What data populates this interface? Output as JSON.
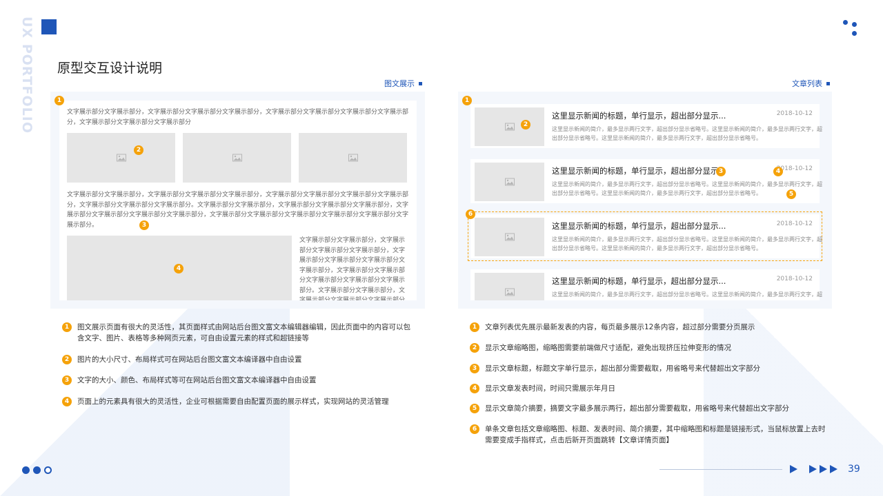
{
  "header": {
    "vertical_title": "UX PORTFOLIO",
    "page_title": "原型交互设计说明"
  },
  "left": {
    "section_label": "图文展示",
    "para1": "文字展示部分文字展示部分，文字展示部分文字展示部分文字展示部分，文字展示部分文字展示部分文字展示部分文字展示部分，文字展示部分文字展示部分文字展示部分",
    "para2": "文字展示部分文字展示部分，文字展示部分文字展示部分文字展示部分，文字展示部分文字展示部分文字展示部分文字展示部分，文字展示部分文字展示部分文字展示部分。文字展示部分文字展示部分，文字展示部分文字展示部分文字展示部分，文字展示部分文字展示部分文字展示部分文字展示部分，文字展示部分文字展示部分文字展示部分文字展示部分文字展示部分文字展示部分。",
    "para3": "文字展示部分文字展示部分，文字展示部分文字展示部分文字展示部分，文字展示部分文字展示部分文字展示部分文字展示部分，文字展示部分文字展示部分文字展示部分文字展示部分文字展示部分。文字展示部分文字展示部分，文字展示部分文字展示部分文字展示部分"
  },
  "right": {
    "section_label": "文章列表",
    "articles": [
      {
        "title": "这里显示新闻的标题，单行显示，超出部分显示...",
        "date": "2018-10-12",
        "summary": "这里显示新闻的简介，最多显示两行文字，超出部分显示省略号。这里显示新闻的简介，最多显示两行文字，超出部分显示省略号。这里显示新闻的简介，最多显示两行文字，超出部分显示省略号。"
      },
      {
        "title": "这里显示新闻的标题，单行显示，超出部分显示...",
        "date": "2018-10-12",
        "summary": "这里显示新闻的简介，最多显示两行文字，超出部分显示省略号。这里显示新闻的简介，最多显示两行文字，超出部分显示省略号。这里显示新闻的简介，最多显示两行文字，超出部分显示省略号。"
      },
      {
        "title": "这里显示新闻的标题，单行显示，超出部分显示...",
        "date": "2018-10-12",
        "summary": "这里显示新闻的简介，最多显示两行文字，超出部分显示省略号。这里显示新闻的简介，最多显示两行文字，超出部分显示省略号。这里显示新闻的简介，最多显示两行文字，超出部分显示省略号。"
      },
      {
        "title": "这里显示新闻的标题，单行显示，超出部分显示...",
        "date": "2018-10-12",
        "summary": "这里显示新闻的简介，最多显示两行文字，超出部分显示省略号。这里显示新闻的简介，最多显示两行文字，超出部分显示省略号。"
      }
    ]
  },
  "badges": [
    "1",
    "2",
    "3",
    "4",
    "5",
    "6"
  ],
  "notes_left": [
    {
      "num": "1",
      "text": "图文展示页面有很大的灵活性，其页面样式由网站后台图文富文本编辑器编辑，因此页面中的内容可以包含文字、图片、表格等多种网页元素，可自由设置元素的样式和超链接等"
    },
    {
      "num": "2",
      "text": "图片的大小尺寸、布局样式可在网站后台图文富文本编译器中自由设置"
    },
    {
      "num": "3",
      "text": "文字的大小、颜色、布局样式等可在网站后台图文富文本编译器中自由设置"
    },
    {
      "num": "4",
      "text": "页面上的元素具有很大的灵活性，企业可根据需要自由配置页面的展示样式，实现网站的灵活管理"
    }
  ],
  "notes_right": [
    {
      "num": "1",
      "text": "文章列表优先展示最新发表的内容，每页最多展示12条内容，超过部分需要分页展示"
    },
    {
      "num": "2",
      "text": "显示文章缩略图，缩略图需要前端做尺寸适配，避免出现挤压拉伸变形的情况"
    },
    {
      "num": "3",
      "text": "显示文章标题，标题文字单行显示，超出部分需要截取，用省略号来代替超出文字部分"
    },
    {
      "num": "4",
      "text": "显示文章发表时间，时间只需展示年月日"
    },
    {
      "num": "5",
      "text": "显示文章简介摘要，摘要文字最多展示两行，超出部分需要截取，用省略号来代替超出文字部分"
    },
    {
      "num": "6",
      "text": "单条文章包括文章缩略图、标题、发表时间、简介摘要，其中缩略图和标题是链接形式，当鼠标放置上去时需要变成手指样式，点击后新开页面跳转【文章详情页面】"
    }
  ],
  "footer": {
    "page_number": "39"
  },
  "colors": {
    "accent": "#1f56b8",
    "badge": "#f5a20a",
    "placeholder": "#e6e6e6"
  }
}
